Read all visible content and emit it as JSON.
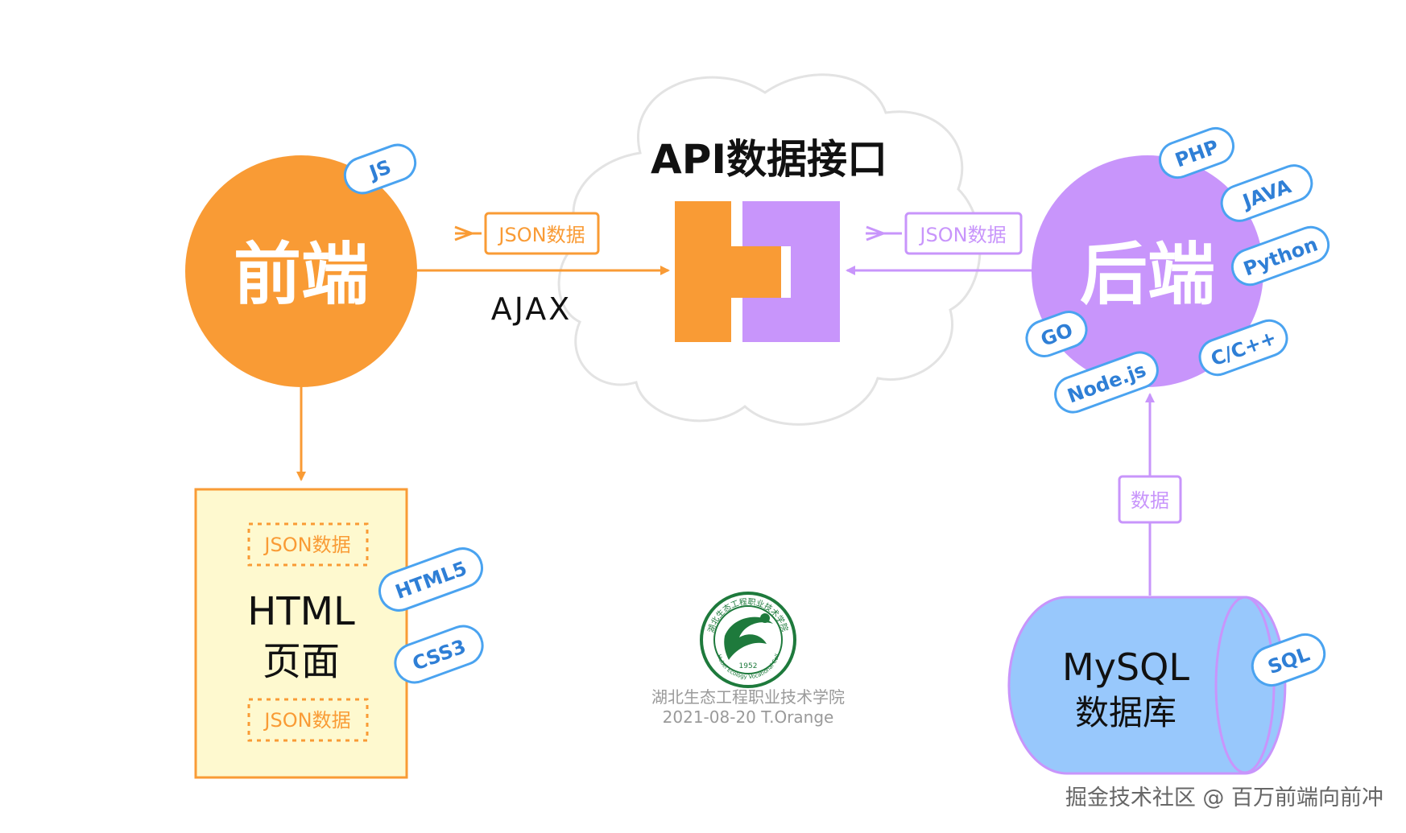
{
  "colors": {
    "frontend": "#F99B35",
    "backend": "#C895FB",
    "tag_border": "#4AA3F0",
    "tag_text": "#2F7FD6",
    "doc_fill": "#FEF9CF",
    "db_fill": "#98C8FC",
    "cloud_stroke": "#E3E3E3"
  },
  "cloud": {
    "title": "API数据接口"
  },
  "frontend": {
    "label": "前端",
    "tag": "JS"
  },
  "backend": {
    "label": "后端",
    "tags": [
      "PHP",
      "JAVA",
      "Python",
      "GO",
      "Node.js",
      "C/C++"
    ]
  },
  "arrows": {
    "left_json": "JSON数据",
    "right_json": "JSON数据",
    "ajax": "AJAX",
    "db_data": "数据"
  },
  "html_page": {
    "json_top": "JSON数据",
    "title_line1": "HTML",
    "title_line2": "页面",
    "json_bottom": "JSON数据",
    "tags": [
      "HTML5",
      "CSS3"
    ]
  },
  "database": {
    "line1": "MySQL",
    "line2": "数据库",
    "tag": "SQL"
  },
  "logo": {
    "arc_text": "湖北生态工程职业技术学院",
    "year": "1952",
    "en_text": "Hubei Ecology Vocational College"
  },
  "footer": {
    "school": "湖北生态工程职业技术学院",
    "date_author": "2021-08-20 T.Orange"
  },
  "watermark": "掘金技术社区 @ 百万前端向前冲"
}
